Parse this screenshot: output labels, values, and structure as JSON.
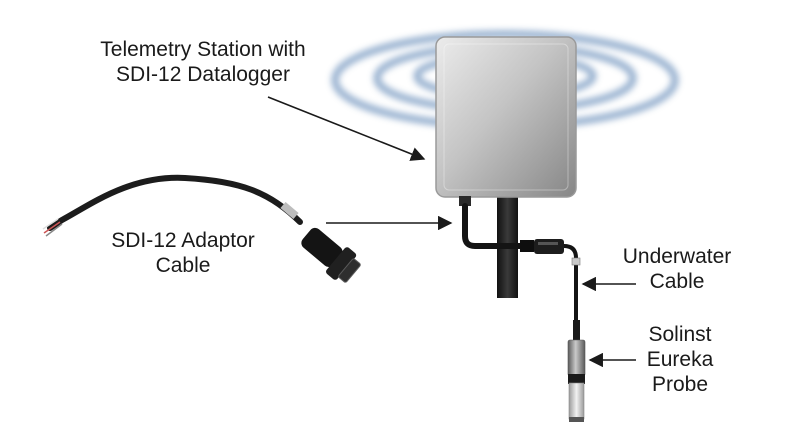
{
  "labels": {
    "station": [
      "Telemetry Station with",
      "SDI-12 Datalogger"
    ],
    "adaptor": [
      "SDI-12 Adaptor",
      "Cable"
    ],
    "underwater": [
      "Underwater",
      "Cable"
    ],
    "probe": [
      "Solinst",
      "Eureka",
      "Probe"
    ]
  },
  "colors": {
    "signal_waves": "#7f9fc4",
    "enclosure_light": "#e4e4e4",
    "enclosure_dark": "#8c8c8c",
    "pole": "#2a2a2a",
    "cable": "#141414",
    "arrow": "#1a1a1a"
  }
}
